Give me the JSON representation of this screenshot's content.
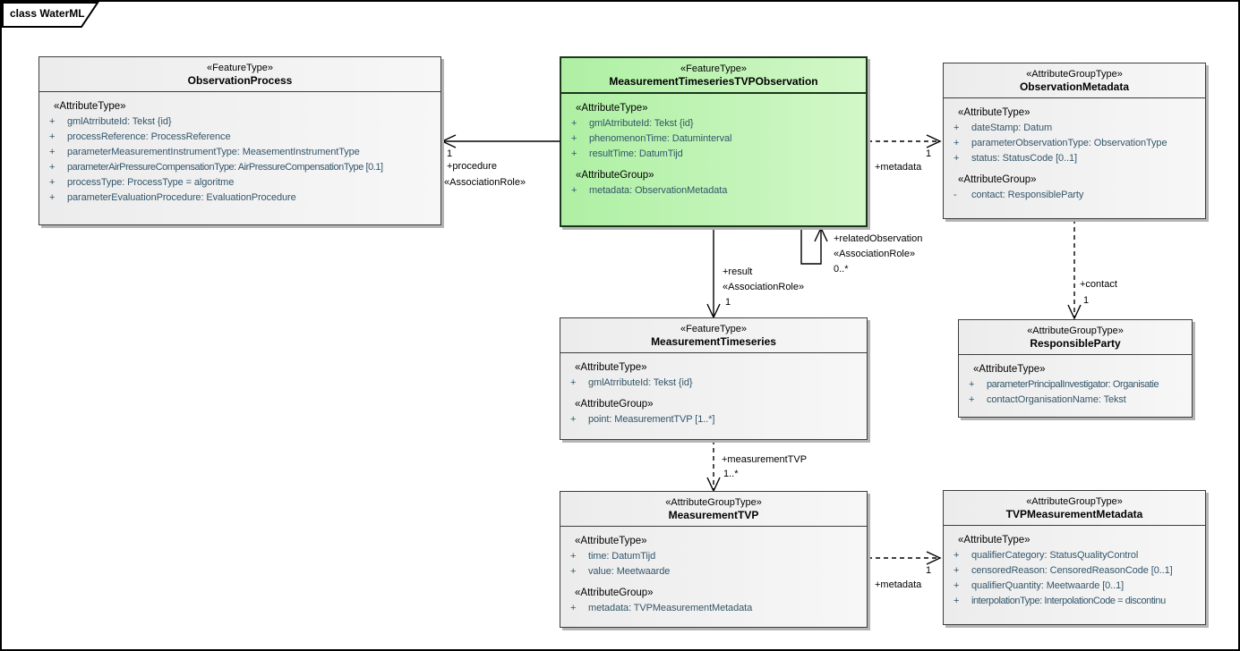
{
  "diagram": {
    "tab_label": "class WaterML"
  },
  "colors": {
    "highlight_fill_left": "#aef0a3",
    "highlight_fill_right": "#d2f7c8",
    "box_fill_left": "#ececec",
    "box_fill_right": "#f7f7f7",
    "attribute_text": "#33566b",
    "line_color": "#000000",
    "shadow_color": "#b4b4b4"
  },
  "classes": [
    {
      "stereotype": "«FeatureType»",
      "name": "ObservationProcess",
      "sections": [
        {
          "heading": "«AttributeType»",
          "items": [
            {
              "vis": "+",
              "text": "gmlAtrributeId: Tekst {id}"
            },
            {
              "vis": "+",
              "text": "processReference: ProcessReference"
            },
            {
              "vis": "+",
              "text": "parameterMeasurementInstrumentType: MeasementInstrumentType"
            },
            {
              "vis": "+",
              "text": "parameterAirPressureCompensationType: AirPressureCompensationType [0.1]",
              "condensed": true
            },
            {
              "vis": "+",
              "text": "processType: ProcessType = algoritme"
            },
            {
              "vis": "+",
              "text": "parameterEvaluationProcedure: EvaluationProcedure"
            }
          ]
        }
      ]
    },
    {
      "stereotype": "«FeatureType»",
      "name": "MeasurementTimeseriesTVPObservation",
      "sections": [
        {
          "heading": "«AttributeType»",
          "items": [
            {
              "vis": "+",
              "text": "gmlAtrributeId: Tekst {id}"
            },
            {
              "vis": "+",
              "text": "phenomenonTime: Datuminterval"
            },
            {
              "vis": "+",
              "text": "resultTime: DatumTijd"
            }
          ]
        },
        {
          "heading": "«AttributeGroup»",
          "items": [
            {
              "vis": "+",
              "text": "metadata: ObservationMetadata"
            }
          ]
        }
      ]
    },
    {
      "stereotype": "«AttributeGroupType»",
      "name": "ObservationMetadata",
      "sections": [
        {
          "heading": "«AttributeType»",
          "items": [
            {
              "vis": "+",
              "text": "dateStamp: Datum"
            },
            {
              "vis": "+",
              "text": "parameterObservationType: ObservationType"
            },
            {
              "vis": "+",
              "text": "status: StatusCode [0..1]"
            }
          ]
        },
        {
          "heading": "«AttributeGroup»",
          "items": [
            {
              "vis": "-",
              "text": "contact: ResponsibleParty"
            }
          ]
        }
      ]
    },
    {
      "stereotype": "«FeatureType»",
      "name": "MeasurementTimeseries",
      "sections": [
        {
          "heading": "«AttributeType»",
          "items": [
            {
              "vis": "+",
              "text": "gmlAtrributeId: Tekst {id}"
            }
          ]
        },
        {
          "heading": "«AttributeGroup»",
          "items": [
            {
              "vis": "+",
              "text": "point: MeasurementTVP [1..*]"
            }
          ]
        }
      ]
    },
    {
      "stereotype": "«AttributeGroupType»",
      "name": "ResponsibleParty",
      "sections": [
        {
          "heading": "«AttributeType»",
          "items": [
            {
              "vis": "+",
              "text": "parameterPrincipalInvestigator: Organisatie",
              "condensed": true
            },
            {
              "vis": "+",
              "text": "contactOrganisationName: Tekst"
            }
          ]
        }
      ]
    },
    {
      "stereotype": "«AttributeGroupType»",
      "name": "MeasurementTVP",
      "sections": [
        {
          "heading": "«AttributeType»",
          "items": [
            {
              "vis": "+",
              "text": "time: DatumTijd"
            },
            {
              "vis": "+",
              "text": "value: Meetwaarde"
            }
          ]
        },
        {
          "heading": "«AttributeGroup»",
          "items": [
            {
              "vis": "+",
              "text": "metadata: TVPMeasurementMetadata"
            }
          ]
        }
      ]
    },
    {
      "stereotype": "«AttributeGroupType»",
      "name": "TVPMeasurementMetadata",
      "sections": [
        {
          "heading": "«AttributeType»",
          "items": [
            {
              "vis": "+",
              "text": "qualifierCategory: StatusQualityControl"
            },
            {
              "vis": "+",
              "text": "censoredReason: CensoredReasonCode [0..1]"
            },
            {
              "vis": "+",
              "text": "qualifierQuantity: Meetwaarde [0..1]"
            },
            {
              "vis": "+",
              "text": "interpolationType: InterpolationCode = discontinu",
              "condensed": true
            }
          ]
        }
      ]
    }
  ],
  "connectors": {
    "procedure": {
      "multiplicity": "1",
      "role": "+procedure",
      "stereotype": "«AssociationRole»"
    },
    "metadata_top": {
      "multiplicity": "1",
      "role": "+metadata"
    },
    "result": {
      "role": "+result",
      "stereotype": "«AssociationRole»",
      "multiplicity": "1"
    },
    "related_observation": {
      "role": "+relatedObservation",
      "stereotype": "«AssociationRole»",
      "multiplicity": "0..*"
    },
    "contact": {
      "role": "+contact",
      "multiplicity": "1"
    },
    "measurement_tvp": {
      "role": "+measurementTVP",
      "multiplicity": "1..*"
    },
    "metadata_bottom": {
      "multiplicity": "1",
      "role": "+metadata"
    }
  }
}
